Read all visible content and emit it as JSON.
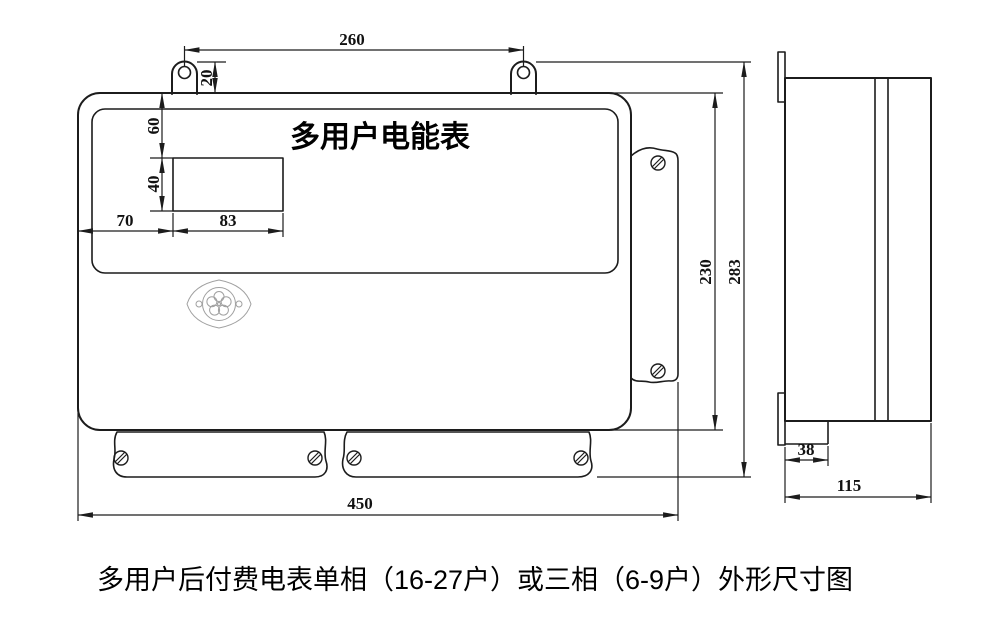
{
  "drawing": {
    "title": "多用户电能表",
    "caption": "多用户后付费电表单相（16-27户）或三相（6-9户）外形尺寸图",
    "line_color": "#1c1c1c",
    "seal_color": "#a0a0a0",
    "dimensions": {
      "front": {
        "hanger_hole_spacing": "260",
        "hanger_offset": "20",
        "window_top_offset": "60",
        "window_height": "40",
        "window_left_offset": "70",
        "window_width": "83",
        "body_height": "230",
        "overall_height": "283",
        "overall_width": "450"
      },
      "side": {
        "bracket_depth": "38",
        "overall_depth": "115"
      }
    }
  }
}
